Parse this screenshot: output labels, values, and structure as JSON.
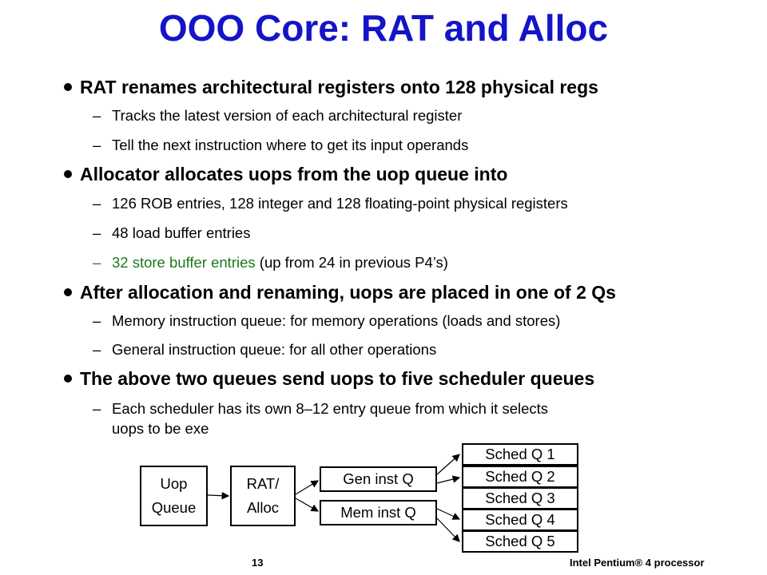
{
  "title": "OOO Core: RAT and Alloc",
  "bullets": [
    {
      "text": "RAT renames architectural registers onto 128 physical regs",
      "subs": [
        "Tracks the latest version of each architectural register",
        "Tell the next instruction where to get its input operands"
      ]
    },
    {
      "text": "Allocator allocates uops from the uop queue into",
      "subs": [
        "126 ROB entries, 128 integer and 128 floating-point physical registers",
        "48 load buffer entries"
      ],
      "highlight_sub": {
        "green": "32 store buffer entries",
        "rest": " (up from 24 in previous P4’s)"
      }
    },
    {
      "text": "After allocation and renaming, uops are placed in one of 2 Qs",
      "subs": [
        "Memory instruction queue: for memory operations (loads and stores)",
        "General instruction queue: for all other operations"
      ]
    },
    {
      "text": "The above two queues send uops to five scheduler queues",
      "subs": [
        "Each scheduler has its own 8–12 entry queue from which it selects",
        "uops to be exe"
      ]
    }
  ],
  "dash": "–",
  "diagram": {
    "uop_queue": [
      "Uop",
      "Queue"
    ],
    "rat_alloc": [
      "RAT/",
      "Alloc"
    ],
    "gen_inst_q": "Gen inst Q",
    "mem_inst_q": "Mem inst Q",
    "sched": [
      "Sched Q 1",
      "Sched Q 2",
      "Sched Q 3",
      "Sched Q 4",
      "Sched Q 5"
    ]
  },
  "footer": {
    "page": "13",
    "label": "Intel Pentium® 4 processor"
  },
  "colors": {
    "title": "#1414c8",
    "highlight": "#1a7a1a"
  }
}
